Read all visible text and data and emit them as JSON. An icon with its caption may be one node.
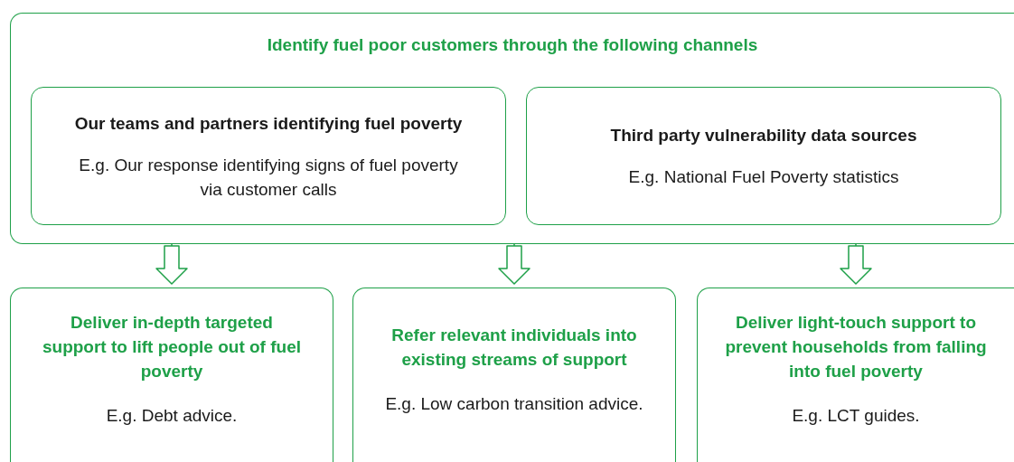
{
  "diagram": {
    "nodes": [
      {
        "text": [
          "Identify fuel poor customers through the following channels"
        ]
      },
      {
        "text": [
          "Our teams and partners identifying fuel poverty",
          "E.g. Our response identifying signs of fuel poverty via customer calls"
        ],
        "in": 0
      },
      {
        "text": [
          "Third party vulnerability data sources",
          "E.g. National Fuel Poverty statistics"
        ],
        "in": 0
      },
      {
        "text": [
          "Deliver in-depth targeted support to lift people out of fuel poverty",
          "E.g. Debt advice."
        ]
      },
      {
        "text": [
          "Refer relevant individuals into existing streams of support",
          "E.g. Low carbon transition advice."
        ]
      },
      {
        "text": [
          "Deliver light-touch support to prevent households from falling into fuel poverty",
          "E.g. LCT guides."
        ]
      }
    ],
    "edges": [
      {
        "from": 0,
        "to": 3,
        "arrow": "to"
      },
      {
        "from": 0,
        "to": 4,
        "arrow": "to"
      },
      {
        "from": 0,
        "to": 5,
        "arrow": "to"
      }
    ]
  }
}
